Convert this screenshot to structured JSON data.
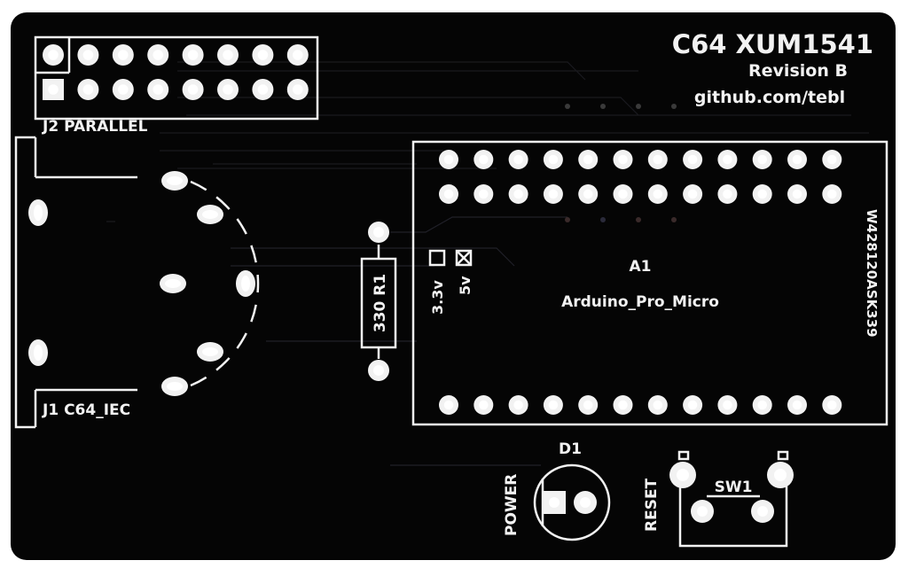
{
  "board": {
    "title": "C64 XUM1541",
    "revision": "Revision B",
    "url": "github.com/tebl",
    "colors": {
      "pcb": "#040404",
      "silkscreen": "#f2f2f2",
      "background": "#ffffff"
    }
  },
  "labels": {
    "j2": "J2 PARALLEL",
    "j1": "J1 C64_IEC",
    "a1_ref": "A1",
    "a1_value": "Arduino_Pro_Micro",
    "a1_side": "W428120ASK339",
    "r1": "330 R1",
    "v33": "3.3v",
    "v5": "5v",
    "d1": "D1",
    "power": "POWER",
    "reset": "RESET",
    "sw1": "SW1"
  }
}
